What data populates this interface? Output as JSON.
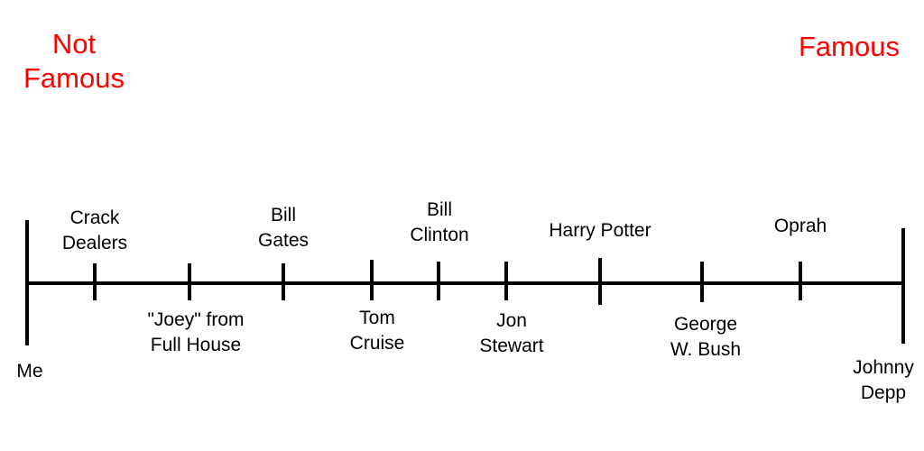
{
  "end_labels": {
    "left": "Not\nFamous",
    "right": "Famous"
  },
  "people": [
    {
      "name": "Me",
      "side": "below"
    },
    {
      "name": "Crack\nDealers",
      "side": "above"
    },
    {
      "name": "\"Joey\" from\nFull House",
      "side": "below"
    },
    {
      "name": "Bill\nGates",
      "side": "above"
    },
    {
      "name": "Tom\nCruise",
      "side": "below"
    },
    {
      "name": "Bill\nClinton",
      "side": "above"
    },
    {
      "name": "Jon\nStewart",
      "side": "below"
    },
    {
      "name": "Harry Potter",
      "side": "above"
    },
    {
      "name": "George\nW. Bush",
      "side": "below"
    },
    {
      "name": "Oprah",
      "side": "above"
    },
    {
      "name": "Johnny\nDepp",
      "side": "below"
    }
  ],
  "colors": {
    "line": "#000000",
    "end_label": "#ff0000",
    "text": "#000000"
  }
}
